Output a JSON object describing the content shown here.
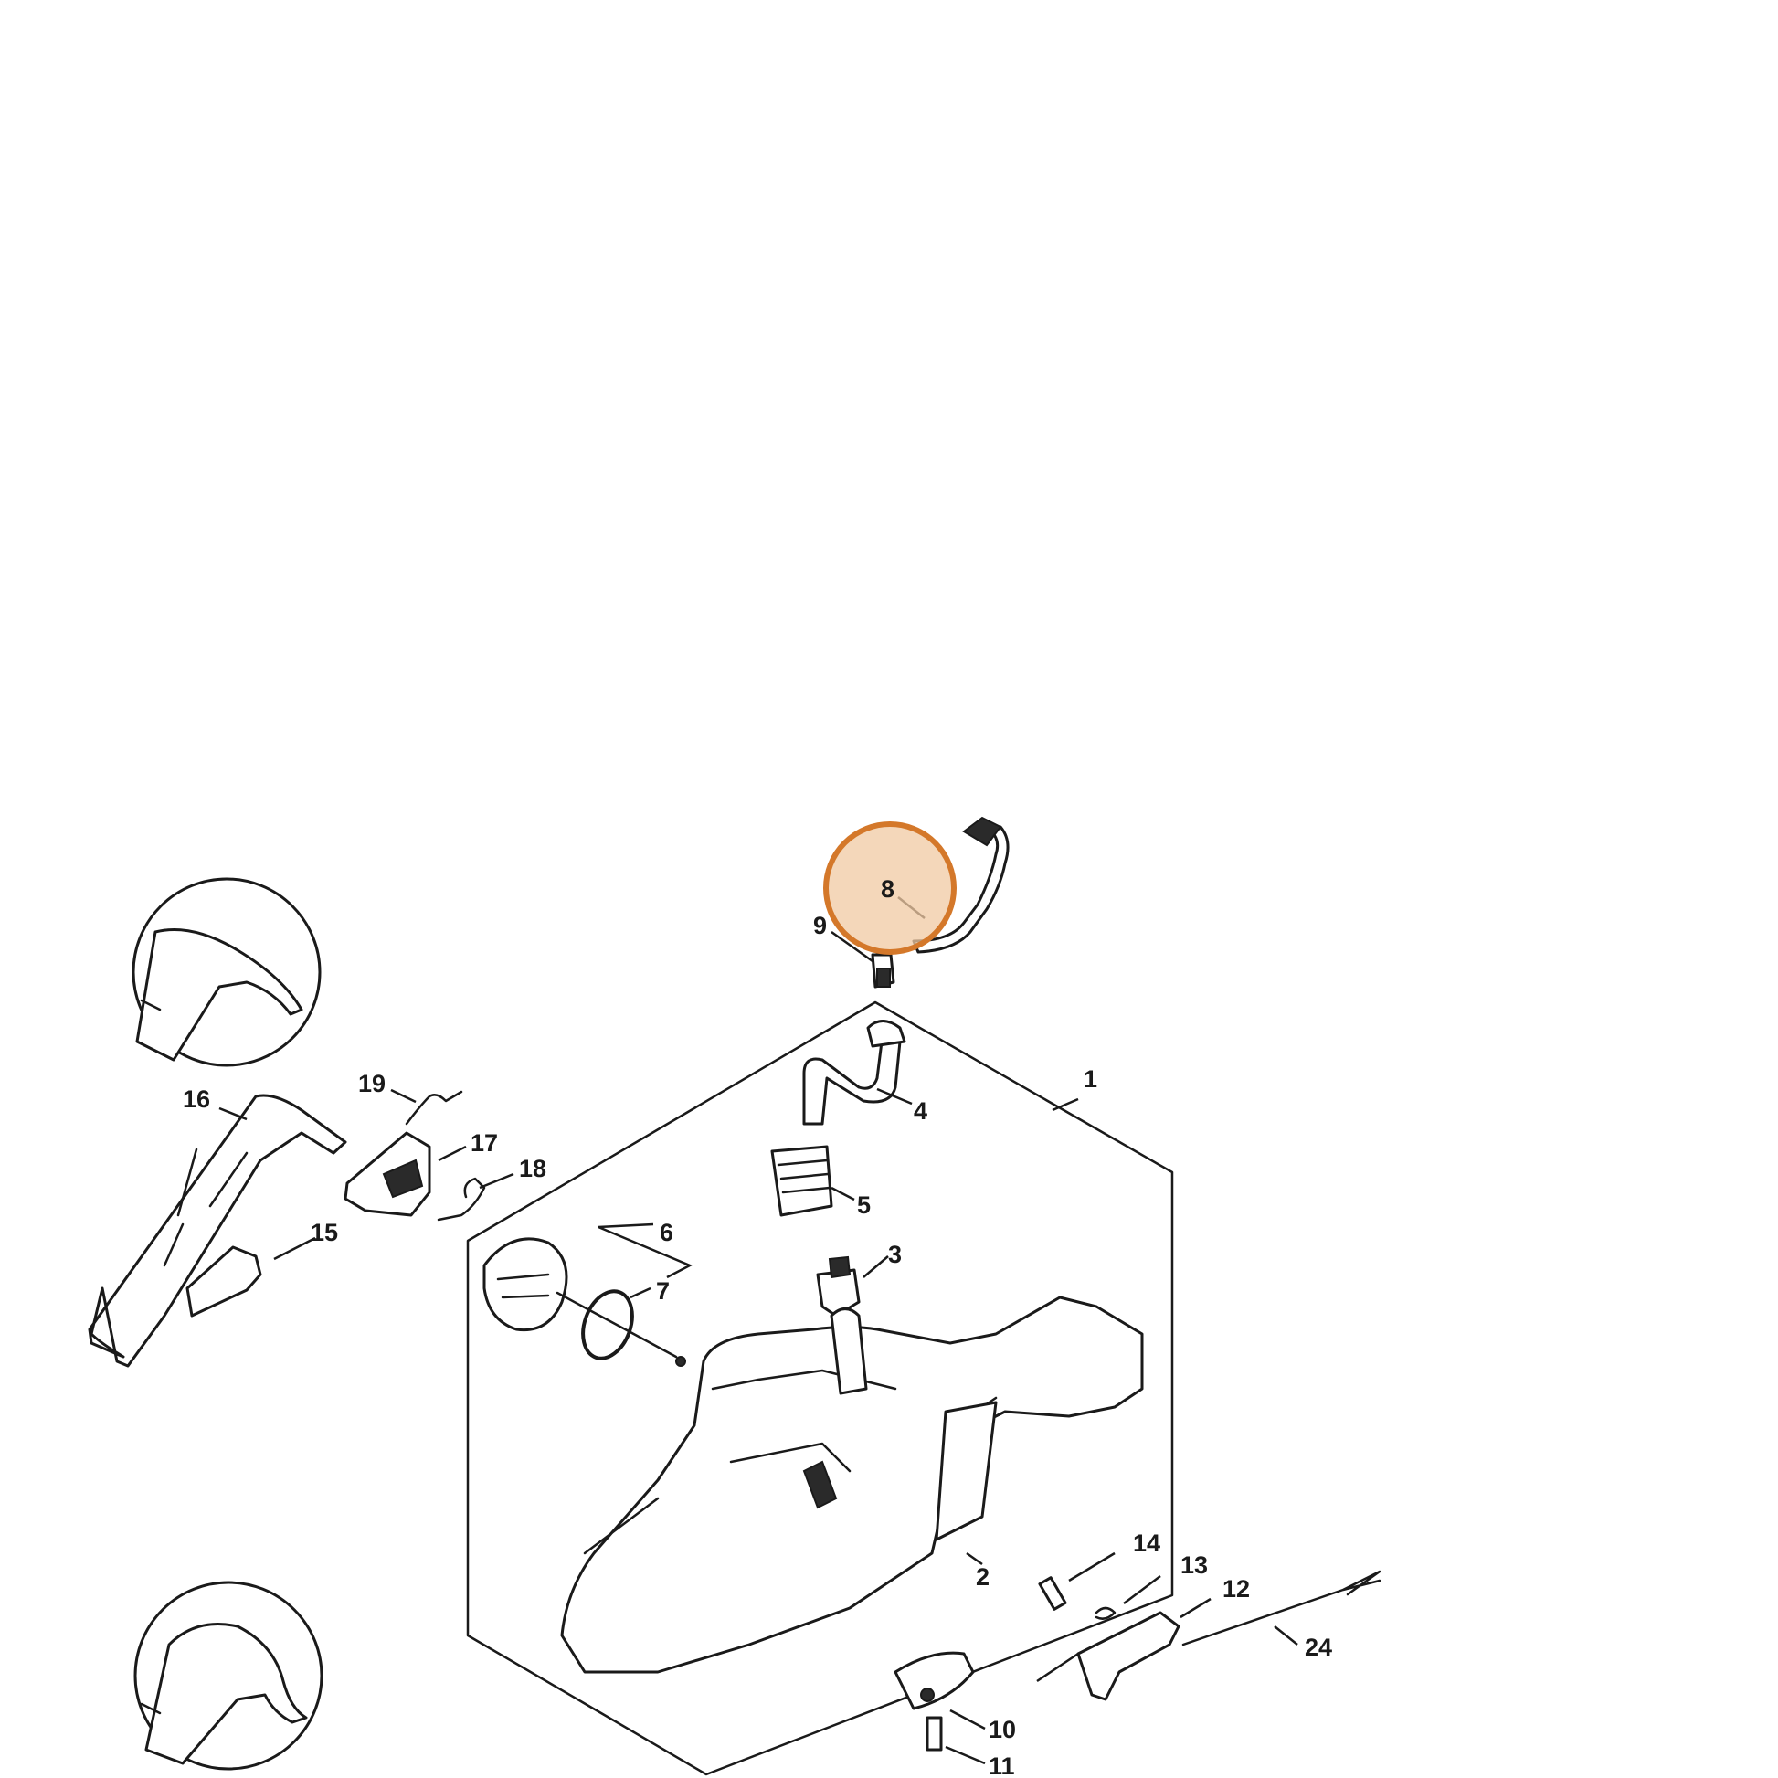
{
  "diagram": {
    "part_labels": [
      "1",
      "2",
      "3",
      "4",
      "5",
      "6",
      "7",
      "8",
      "9",
      "10",
      "11",
      "12",
      "13",
      "14",
      "15",
      "16",
      "17",
      "18",
      "19",
      "24"
    ],
    "highlighted_part": "8",
    "highlight_color": "#d4782a",
    "highlight_fill": "#f0c9a3"
  }
}
